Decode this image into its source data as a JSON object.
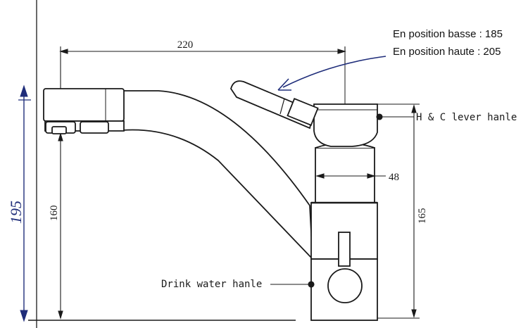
{
  "notes": {
    "low_position": "En position basse : 185",
    "high_position": "En position haute : 205"
  },
  "dimensions": {
    "spout_reach": "220",
    "spout_height": "160",
    "body_width": "48",
    "lever_height": "165",
    "handwritten_total": "195"
  },
  "labels": {
    "hc_lever": "H & C lever hanle",
    "drink_water": "Drink water hanle"
  },
  "colors": {
    "ink": "#1a1a1a",
    "pen_blue": "#1f2d7a"
  }
}
